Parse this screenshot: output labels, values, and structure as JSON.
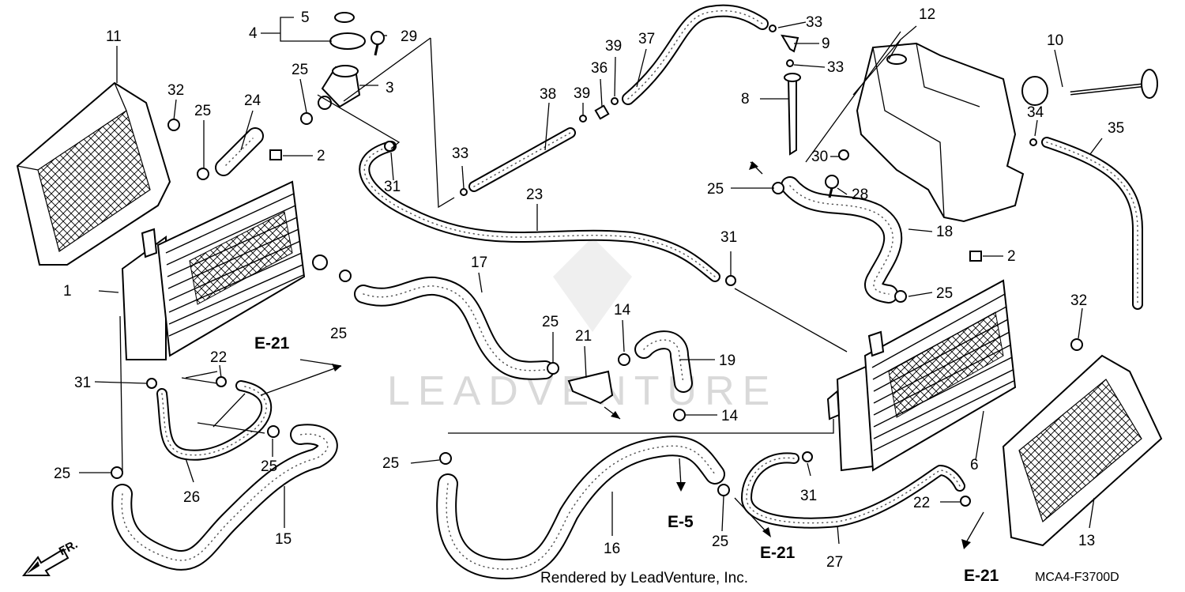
{
  "diagram": {
    "callouts": [
      "1",
      "2",
      "3",
      "4",
      "5",
      "6",
      "8",
      "9",
      "10",
      "11",
      "12",
      "13",
      "14",
      "15",
      "16",
      "17",
      "18",
      "19",
      "21",
      "22",
      "23",
      "24",
      "25",
      "26",
      "27",
      "28",
      "29",
      "30",
      "31",
      "32",
      "33",
      "34",
      "35",
      "36",
      "37",
      "38",
      "39"
    ],
    "references": {
      "e21": "E-21",
      "e5": "E-5"
    },
    "direction_marker": "FR.",
    "diagram_code": "MCA4-F3700D",
    "credit": "Rendered by LeadVenture, Inc.",
    "watermark": "LEADVENTURE"
  }
}
